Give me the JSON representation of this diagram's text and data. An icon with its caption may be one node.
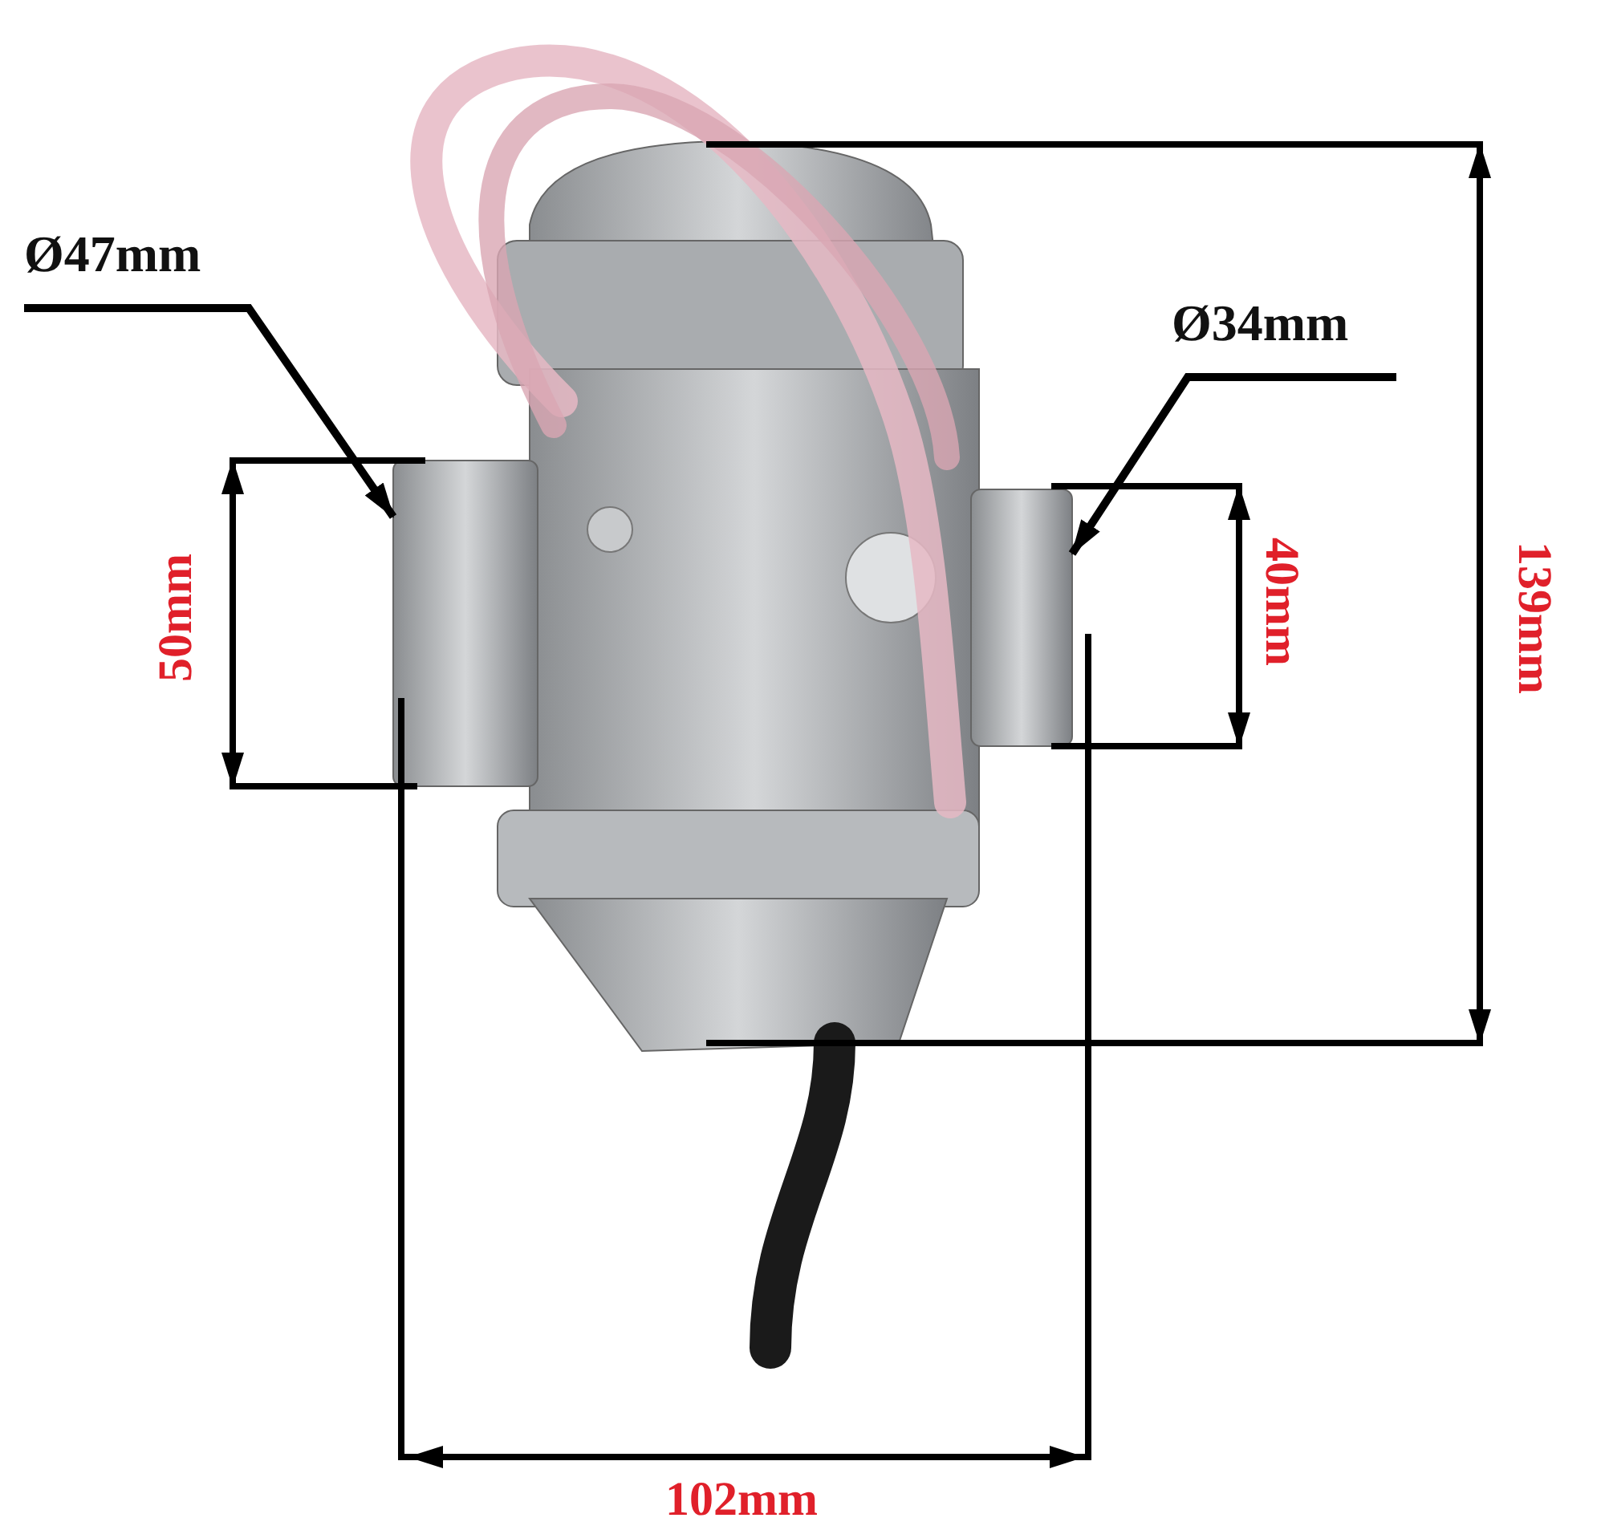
{
  "diagram": {
    "nodes": [
      {
        "text": [
          "Ø47mm"
        ]
      },
      {
        "text": [],
        "shape": "picture"
      },
      {
        "text": [
          "Ø34mm"
        ]
      },
      {
        "text": [],
        "shape": "picture"
      }
    ],
    "edges": [
      {
        "from": 0,
        "to": 1,
        "arrow": "to"
      },
      {
        "from": 2,
        "to": 3,
        "arrow": "to"
      }
    ],
    "labels": [
      "50mm",
      "40mm",
      "139mm",
      "102mm"
    ]
  }
}
